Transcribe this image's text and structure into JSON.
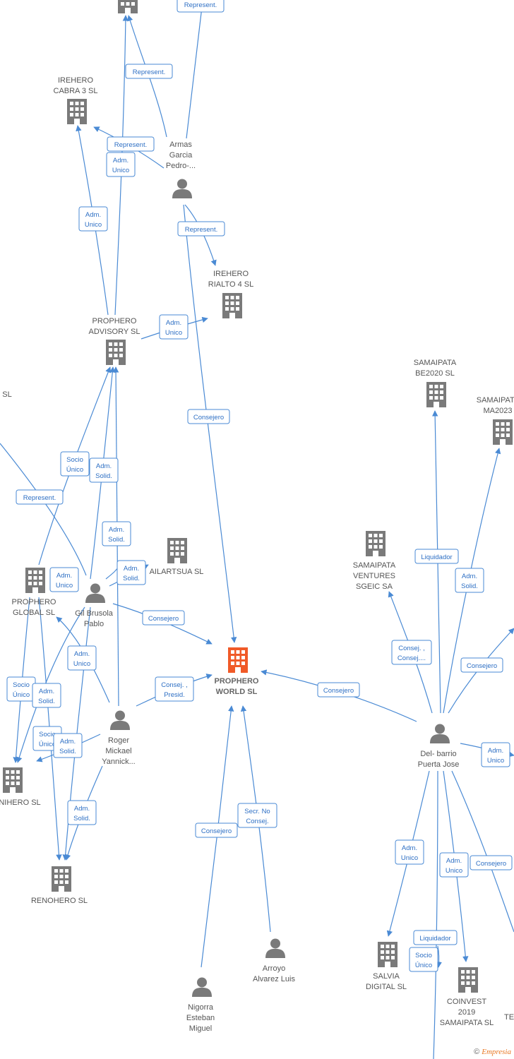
{
  "colors": {
    "edge": "#4a8ad4",
    "node_icon": "#7a7a7a",
    "main_icon": "#f05a28",
    "text": "#555555"
  },
  "nodes": [
    {
      "id": "top_company",
      "type": "company",
      "label": [
        ""
      ]
    },
    {
      "id": "irehero_cabra",
      "type": "company",
      "label": [
        "IREHERO",
        "CABRA 3  SL"
      ]
    },
    {
      "id": "armas",
      "type": "person",
      "label": [
        "Armas",
        "Garcia",
        "Pedro-..."
      ]
    },
    {
      "id": "irehero_rialto",
      "type": "company",
      "label": [
        "IREHERO",
        "RIALTO 4  SL"
      ]
    },
    {
      "id": "prophero_advisory",
      "type": "company",
      "label": [
        "PROPHERO",
        "ADVISORY  SL"
      ]
    },
    {
      "id": "left_sl",
      "type": "company",
      "label": [
        "SL"
      ]
    },
    {
      "id": "samaipata_be2020",
      "type": "company",
      "label": [
        "SAMAIPATA",
        "BE2020  SL"
      ]
    },
    {
      "id": "samaipata_ma2023",
      "type": "company",
      "label": [
        "SAMAIPATA",
        "MA2023"
      ]
    },
    {
      "id": "ailartsua",
      "type": "company",
      "label": [
        "AILARTSUA  SL"
      ]
    },
    {
      "id": "samaipata_ventures",
      "type": "company",
      "label": [
        "SAMAIPATA",
        "VENTURES",
        "SGEIC SA"
      ]
    },
    {
      "id": "prophero_global",
      "type": "company",
      "label": [
        "PROPHERO",
        "GLOBAL  SL"
      ]
    },
    {
      "id": "gil",
      "type": "person",
      "label": [
        "Gil Brusola",
        "Pablo"
      ]
    },
    {
      "id": "prophero_world",
      "type": "main",
      "label": [
        "PROPHERO",
        "WORLD  SL"
      ]
    },
    {
      "id": "roger",
      "type": "person",
      "label": [
        "Roger",
        "Mickael",
        "Yannick..."
      ]
    },
    {
      "id": "delbarrio",
      "type": "person",
      "label": [
        "Del- barrio",
        "Puerta Jose"
      ]
    },
    {
      "id": "nihero",
      "type": "company",
      "label": [
        "NIHERO  SL"
      ]
    },
    {
      "id": "renohero",
      "type": "company",
      "label": [
        "RENOHERO  SL"
      ]
    },
    {
      "id": "arroyo",
      "type": "person",
      "label": [
        "Arroyo",
        "Alvarez Luis"
      ]
    },
    {
      "id": "salvia",
      "type": "company",
      "label": [
        "SALVIA",
        "DIGITAL  SL"
      ]
    },
    {
      "id": "coinvest",
      "type": "company",
      "label": [
        "COINVEST",
        "2019",
        "SAMAIPATA  SL"
      ]
    },
    {
      "id": "te",
      "type": "company",
      "label": [
        "TE"
      ]
    },
    {
      "id": "nigorra",
      "type": "person",
      "label": [
        "Nigorra",
        "Esteban",
        "Miguel"
      ]
    }
  ],
  "edge_labels": [
    [
      "Represent."
    ],
    [
      "Represent."
    ],
    [
      "Represent."
    ],
    [
      "Adm.",
      "Unico"
    ],
    [
      "Adm.",
      "Unico"
    ],
    [
      "Represent."
    ],
    [
      "Adm.",
      "Unico"
    ],
    [
      "Consejero"
    ],
    [
      "Socio",
      "Único"
    ],
    [
      "Adm.",
      "Solid."
    ],
    [
      "Represent."
    ],
    [
      "Adm.",
      "Solid."
    ],
    [
      "Adm.",
      "Unico"
    ],
    [
      "Adm.",
      "Solid."
    ],
    [
      "Consejero"
    ],
    [
      "Adm.",
      "Unico"
    ],
    [
      "Socio",
      "Único"
    ],
    [
      "Adm.",
      "Solid."
    ],
    [
      "Consej. ,",
      "Presid."
    ],
    [
      "Socio",
      "Único"
    ],
    [
      "Adm.",
      "Solid."
    ],
    [
      "Adm.",
      "Solid."
    ],
    [
      "Consejero"
    ],
    [
      "Secr.  No",
      "Consej."
    ],
    [
      "Liquidador"
    ],
    [
      "Adm.",
      "Solid."
    ],
    [
      "Consej. ,",
      "Consej...."
    ],
    [
      "Consejero"
    ],
    [
      "Consejero"
    ],
    [
      "Adm.",
      "Unico"
    ],
    [
      "Adm.",
      "Unico"
    ],
    [
      "Adm.",
      "Unico"
    ],
    [
      "Consejero"
    ],
    [
      "Liquidador"
    ],
    [
      "Socio",
      "Único"
    ]
  ],
  "footer": {
    "copyright": "©",
    "brand": "Empresia"
  }
}
